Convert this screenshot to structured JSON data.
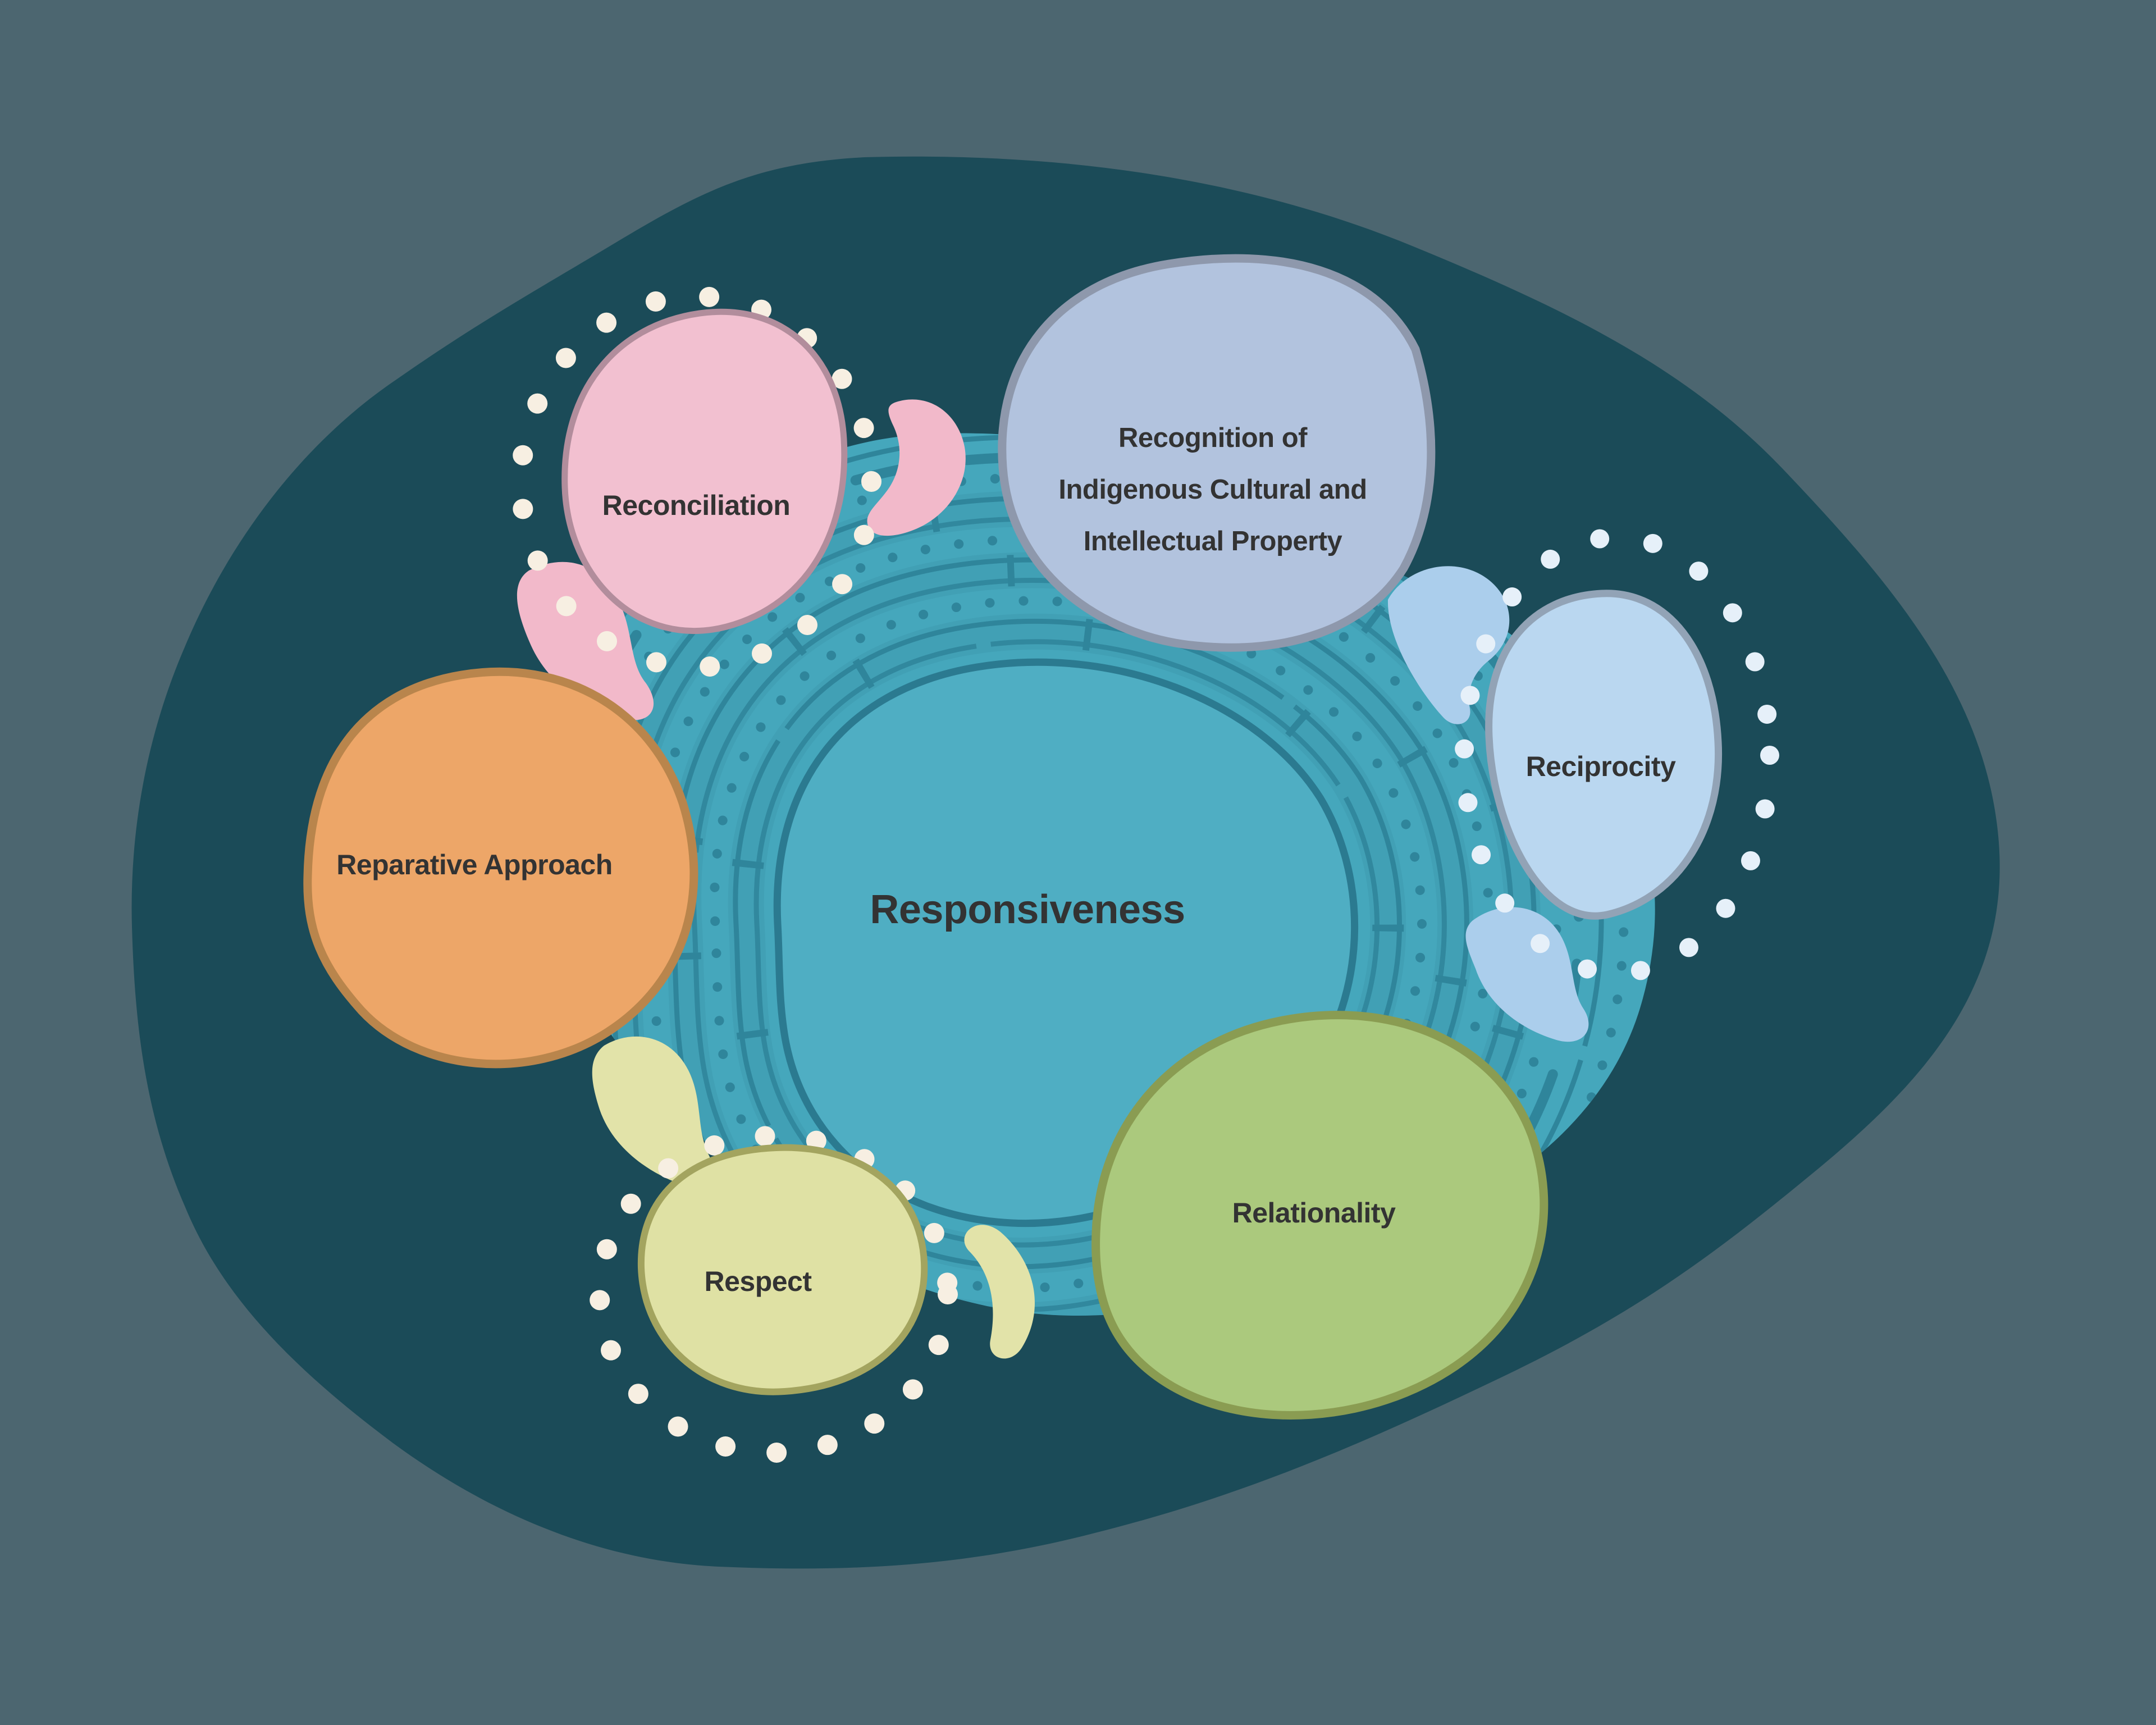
{
  "palette": {
    "background": "#4C6670",
    "outer_blob": "#1B4B58",
    "field": "#45A7BC",
    "center_fill": "#4FAEC3",
    "center_stroke": "#2B7A90",
    "pattern_line": "#2F859B",
    "pattern_band": "#3B90A5",
    "cream_dot": "#F7EFE2",
    "pale_blue_dot": "#E6F0F9",
    "text": "#333333"
  },
  "center": {
    "label": "Responsiveness"
  },
  "nodes": [
    {
      "id": "reconciliation",
      "label": "Reconciliation",
      "fill": "#F2C0D0",
      "stroke": "#B28D9C",
      "accent": "#F2B9CA",
      "dotted_ring": true
    },
    {
      "id": "recognition-icip",
      "lines": [
        "Recognition of",
        "Indigenous Cultural and",
        "Intellectual Property"
      ],
      "fill": "#B2C3DE",
      "stroke": "#8E98AC",
      "dotted_ring": false
    },
    {
      "id": "reciprocity",
      "label": "Reciprocity",
      "fill": "#BAD7F0",
      "stroke": "#92A3B6",
      "accent": "#ABCEEC",
      "dotted_ring": true
    },
    {
      "id": "relationality",
      "label": "Relationality",
      "fill": "#ABC97D",
      "stroke": "#8A9C52",
      "dotted_ring": false
    },
    {
      "id": "respect",
      "label": "Respect",
      "fill": "#DFE1A4",
      "stroke": "#A3A45F",
      "accent": "#E2E3A9",
      "dotted_ring": true
    },
    {
      "id": "reparative-approach",
      "label": "Reparative Approach",
      "fill": "#EDA668",
      "stroke": "#B9854C",
      "dotted_ring": false
    }
  ]
}
